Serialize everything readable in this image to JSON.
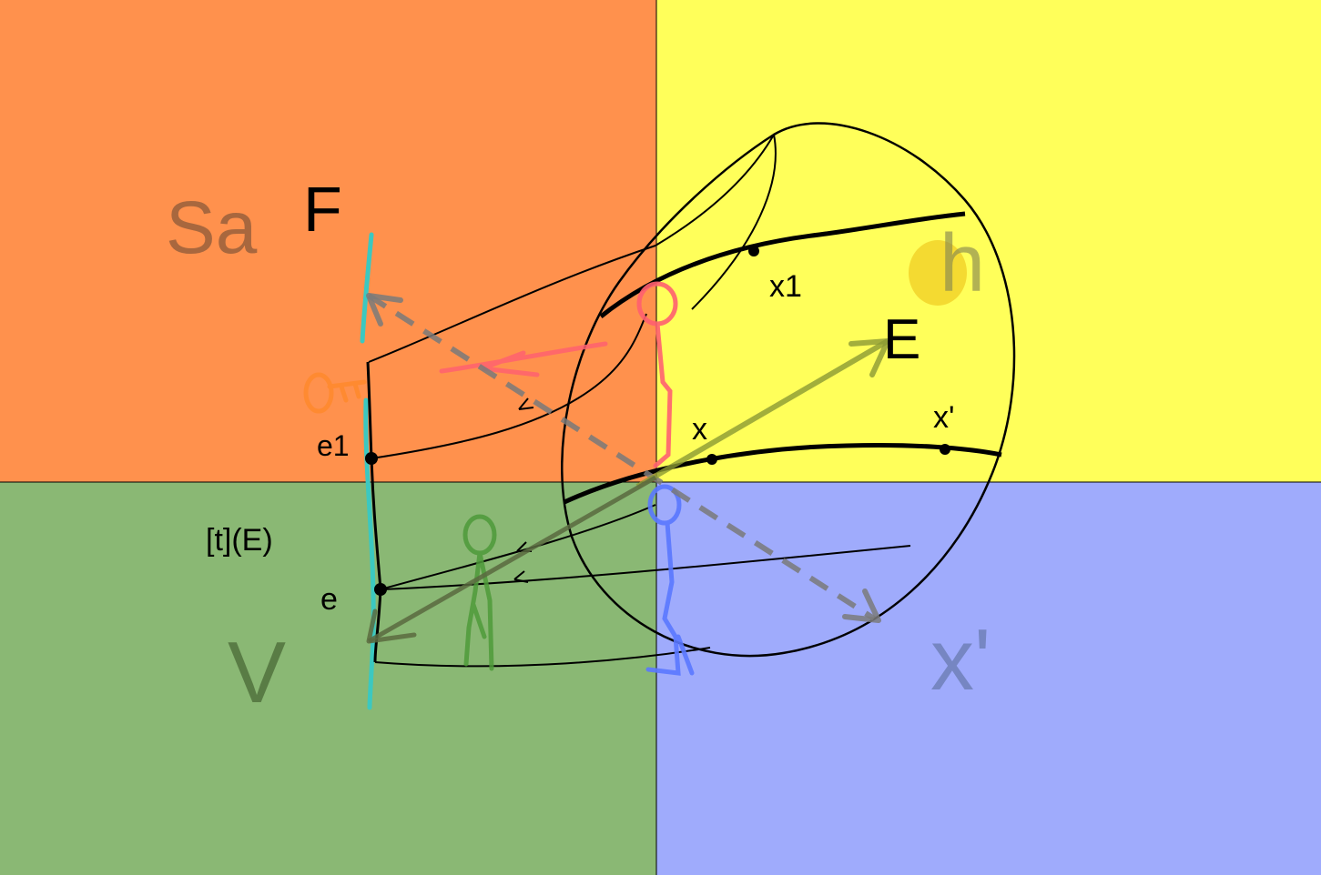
{
  "colors": {
    "top_left": "#FF914D",
    "top_right": "#FFFF5A",
    "bottom_left": "#8AB874",
    "bottom_right": "#9FABFC",
    "ink": "#000000",
    "orange_stroke": "#FF8A2E",
    "red_stroke": "#FF6070",
    "green_stroke": "#4E9A3A",
    "blue_stroke": "#5A78FF",
    "cyan_stroke": "#3CC8C0",
    "gray_arrow": "#7A7A7A",
    "olive_arrow": "#8C9A34"
  },
  "labels": {
    "sa": "Sa",
    "f": "F",
    "h": "h",
    "e_big": "E",
    "x1": "x1",
    "x": "x",
    "x_prime_small": "x'",
    "e1": "e1",
    "t_of_e": "[t](E)",
    "e_small": "e",
    "v": "V",
    "x_prime_big": "x'"
  }
}
